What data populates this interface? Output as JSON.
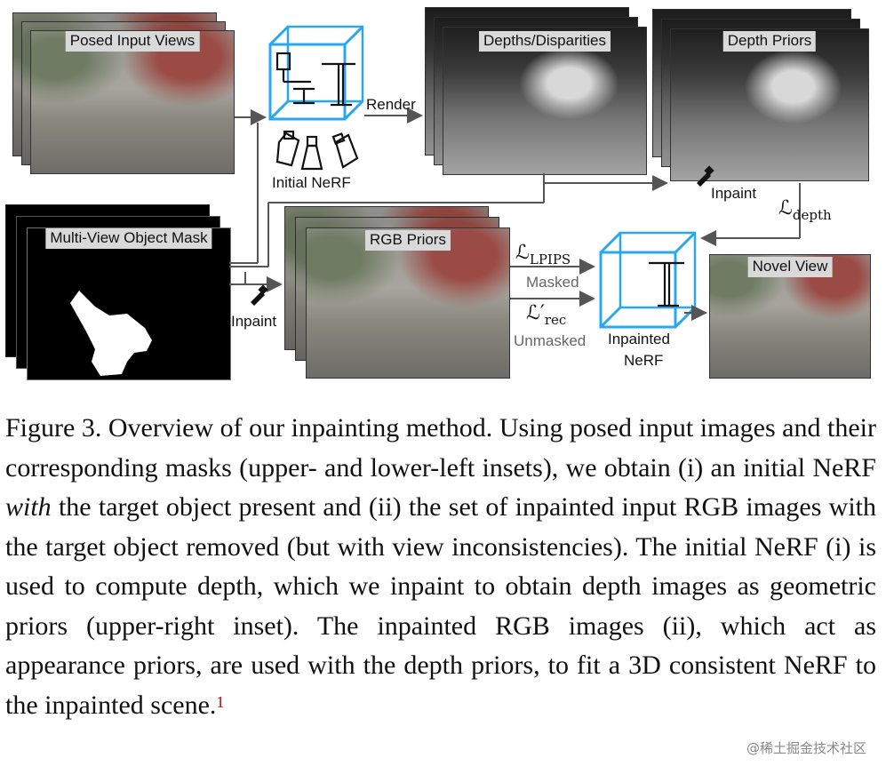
{
  "figure": {
    "labels": {
      "posed_input_views": "Posed Input Views",
      "multi_view_object_mask": "Multi-View Object Mask",
      "initial_nerf": "Initial NeRF",
      "render": "Render",
      "depths_disparities": "Depths/Disparities",
      "depth_priors": "Depth Priors",
      "inpaint_top": "Inpaint",
      "inpaint_bottom": "Inpaint",
      "rgb_priors": "RGB Priors",
      "masked": "Masked",
      "unmasked": "Unmasked",
      "inpainted_nerf_line1": "Inpainted",
      "inpainted_nerf_line2": "NeRF",
      "novel_view": "Novel View"
    },
    "math": {
      "loss_lpips_symbol": "ℒ",
      "loss_lpips_sub": "LPIPS",
      "loss_rec_symbol": "ℒ′",
      "loss_rec_sub": "rec",
      "loss_depth_symbol": "ℒ",
      "loss_depth_sub": "depth"
    },
    "colors": {
      "cube_blue": "#29a8ef",
      "arrow_gray": "#555555"
    }
  },
  "caption": {
    "prefix": "Figure 3. Overview of our inpainting method. Using posed input images and their corresponding masks (upper- and lower-left insets), we obtain (i) an initial NeRF ",
    "italic": "with",
    "suffix": " the target object present and (ii) the set of inpainted input RGB images with the target object removed (but with view inconsistencies). The initial NeRF (i) is used to compute depth, which we inpaint to obtain depth images as geometric priors (upper-right inset). The inpainted RGB images (ii), which act as appearance priors, are used with the depth priors, to fit a 3D consistent NeRF to the inpainted scene.",
    "footnote_marker": "1"
  },
  "watermark": "@稀土掘金技术社区"
}
